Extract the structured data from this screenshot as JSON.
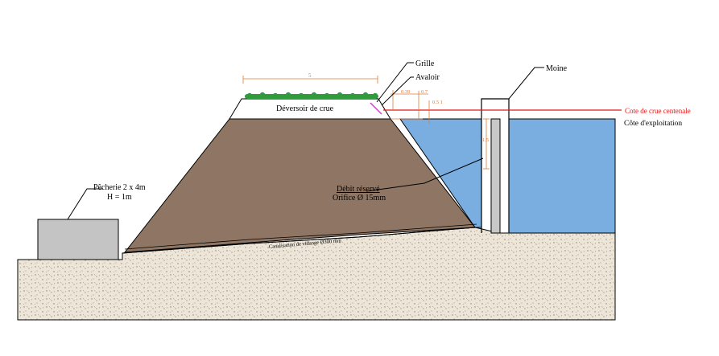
{
  "labels": {
    "grille": "Grille",
    "avaloir": "Avaloir",
    "moine": "Moine",
    "deversoir": "Déversoir de crue",
    "cote_crue": "Cote de crue centenale",
    "cote_exploitation": "Côte  d'exploitation",
    "pecherie_line1": "Pêcherie  2 x 4m",
    "pecherie_line2": "H = 1m",
    "debit_line1": "Débit réservé",
    "debit_line2": "Orifice Ø 15mm",
    "canalisation": "Canalisation de vidange Ø300 mm"
  },
  "dimensions": {
    "deversoir_width": "5",
    "d1": "0.39",
    "d2": "0.7",
    "d3": "0.5 1",
    "d4": "1.5"
  },
  "colors": {
    "earth": "#8f7664",
    "water": "#7aaee0",
    "ground": "#ece5d8",
    "grass": "#2f9b3c",
    "pecherie": "#c4c4c4",
    "moine": "#c8c8c8",
    "dimension": "#e07a3a",
    "flood_line": "#e01818",
    "avaloir_mark": "#d23cd2"
  }
}
